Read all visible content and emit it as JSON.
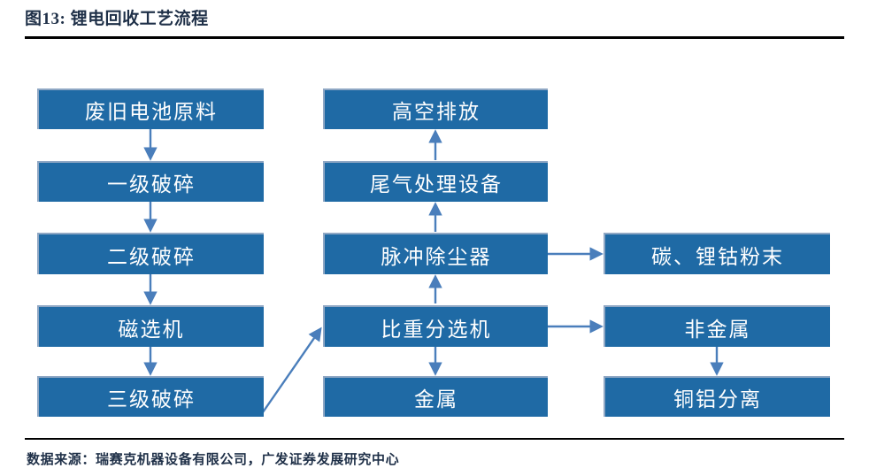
{
  "figure": {
    "label": "图13:",
    "title": "图13:  锂电回收工艺流程",
    "source": "数据来源：瑞赛克机器设备有限公司，广发证券发展研究中心"
  },
  "colors": {
    "node_fill": "#1F6AA5",
    "node_border": "#8FA7C4",
    "arrow": "#4A7EBB",
    "title_text": "#1F3048",
    "rule": "#000000",
    "node_text": "#FFFFFF"
  },
  "chart_data": {
    "type": "diagram",
    "title": "锂电回收工艺流程",
    "columns": [
      {
        "id": "left",
        "nodes": [
          "废旧电池原料",
          "一级破碎",
          "二级破碎",
          "磁选机",
          "三级破碎"
        ]
      },
      {
        "id": "middle",
        "nodes": [
          "高空排放",
          "尾气处理设备",
          "脉冲除尘器",
          "比重分选机",
          "金属"
        ]
      },
      {
        "id": "right",
        "nodes": [
          "碳、锂钴粉末",
          "非金属",
          "铜铝分离"
        ]
      }
    ],
    "edges": [
      {
        "from": "废旧电池原料",
        "to": "一级破碎",
        "direction": "down"
      },
      {
        "from": "一级破碎",
        "to": "二级破碎",
        "direction": "down"
      },
      {
        "from": "二级破碎",
        "to": "磁选机",
        "direction": "down"
      },
      {
        "from": "磁选机",
        "to": "三级破碎",
        "direction": "down"
      },
      {
        "from": "三级破碎",
        "to": "比重分选机",
        "direction": "diagonal-up-right"
      },
      {
        "from": "比重分选机",
        "to": "脉冲除尘器",
        "direction": "up"
      },
      {
        "from": "脉冲除尘器",
        "to": "尾气处理设备",
        "direction": "up"
      },
      {
        "from": "尾气处理设备",
        "to": "高空排放",
        "direction": "up"
      },
      {
        "from": "比重分选机",
        "to": "金属",
        "direction": "down"
      },
      {
        "from": "脉冲除尘器",
        "to": "碳、锂钴粉末",
        "direction": "right"
      },
      {
        "from": "比重分选机",
        "to": "非金属",
        "direction": "right"
      },
      {
        "from": "非金属",
        "to": "铜铝分离",
        "direction": "down"
      }
    ]
  },
  "nodes": {
    "left": {
      "n0": "废旧电池原料",
      "n1": "一级破碎",
      "n2": "二级破碎",
      "n3": "磁选机",
      "n4": "三级破碎"
    },
    "middle": {
      "n0": "高空排放",
      "n1": "尾气处理设备",
      "n2": "脉冲除尘器",
      "n3": "比重分选机",
      "n4": "金属"
    },
    "right": {
      "n0": "碳、锂钴粉末",
      "n1": "非金属",
      "n2": "铜铝分离"
    }
  }
}
